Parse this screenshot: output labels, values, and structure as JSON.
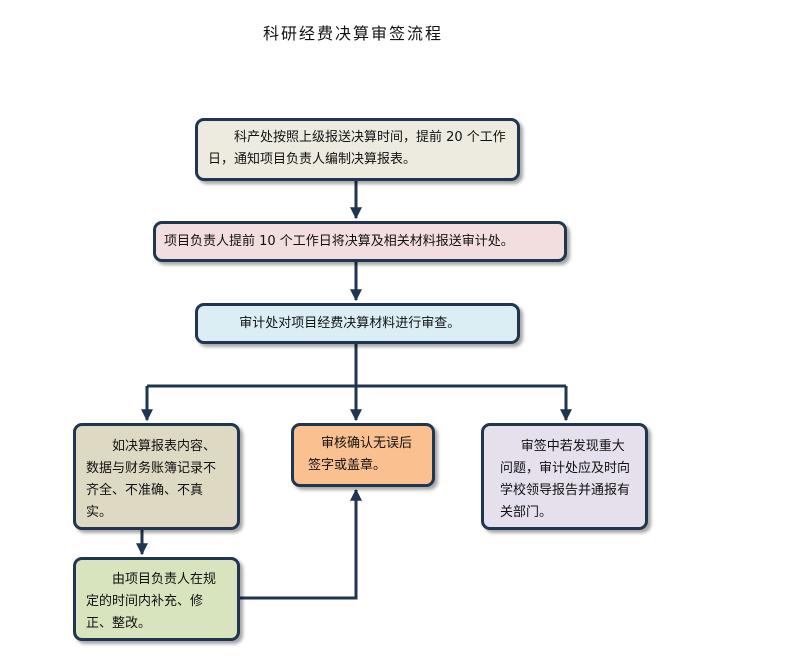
{
  "title": "科研经费决算审签流程",
  "steps": {
    "notify": "科产处按照上级报送决算时间，提前 20 个工作日，通知项目负责人编制决算报表。",
    "submit": "项目负责人提前 10 个工作日将决算及相关材料报送审计处。",
    "audit": "审计处对项目经费决算材料进行审查。",
    "issues": "如决算报表内容、数据与财务账簿记录不齐全、不准确、不真实。",
    "approve": "审核确认无误后签字或盖章。",
    "report": "审签中若发现重大问题，审计处应及时向学校领导报告并通报有关部门。",
    "fix": "由项目负责人在规定的时间内补充、修正、整改。"
  },
  "colors": {
    "border": "#1f3550",
    "connector": "#1f3550"
  }
}
